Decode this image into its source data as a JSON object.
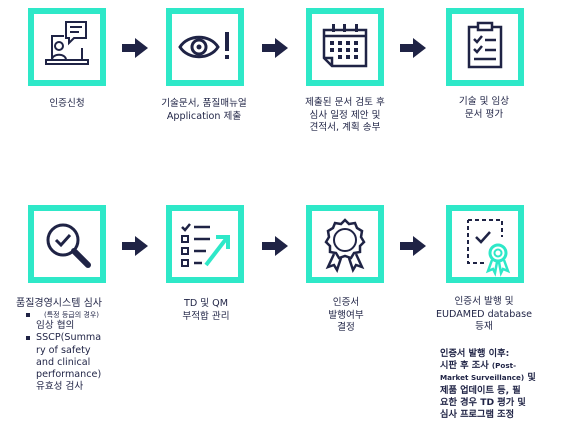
{
  "steps": [
    {
      "icon": "laptop-user-icon",
      "lines": [
        "인증신청"
      ]
    },
    {
      "icon": "eye-alert-icon",
      "lines": [
        "기술문서, 품질매뉴얼",
        "Application 제출"
      ]
    },
    {
      "icon": "calendar-icon",
      "lines": [
        "제출된 문서 검토 후",
        "심사 일정 제안 및",
        "견적서, 계획 송부"
      ]
    },
    {
      "icon": "clipboard-checklist-icon",
      "lines": [
        "기술 및 임상",
        "문서 평가"
      ]
    },
    {
      "icon": "magnifier-check-icon",
      "lines": []
    },
    {
      "icon": "checklist-arrow-icon",
      "lines": [
        "TD 및 QM",
        "부적합 관리"
      ]
    },
    {
      "icon": "rosette-badge-icon",
      "lines": [
        "인증서",
        "발행여부",
        "결정"
      ]
    },
    {
      "icon": "certificate-icon",
      "lines": [
        "인증서 발행 및",
        "EUDAMED database",
        "등재"
      ]
    }
  ],
  "qms": {
    "title": "품질경영시스템 심사",
    "sub_note": "(특정 등급의 경우)",
    "item1": "임상 협의",
    "item2_lines": [
      "SSCP(Summa",
      "ry of safety",
      "and clinical",
      "performance)",
      "유효성 검사"
    ]
  },
  "post_note": {
    "line1": "인증서 발행 이후:",
    "line2_a": "시판 후 조사 ",
    "line2_b": "(Post-",
    "line3_a": "Market Surveillance)",
    "line3_b": " 및",
    "line4": "제품 업데이트 등, 필",
    "line5": "요한 경우 TD 평가 및",
    "line6": "심사 프로그램 조정"
  },
  "colors": {
    "accent": "#2ee8c8",
    "ink": "#1f2345"
  }
}
